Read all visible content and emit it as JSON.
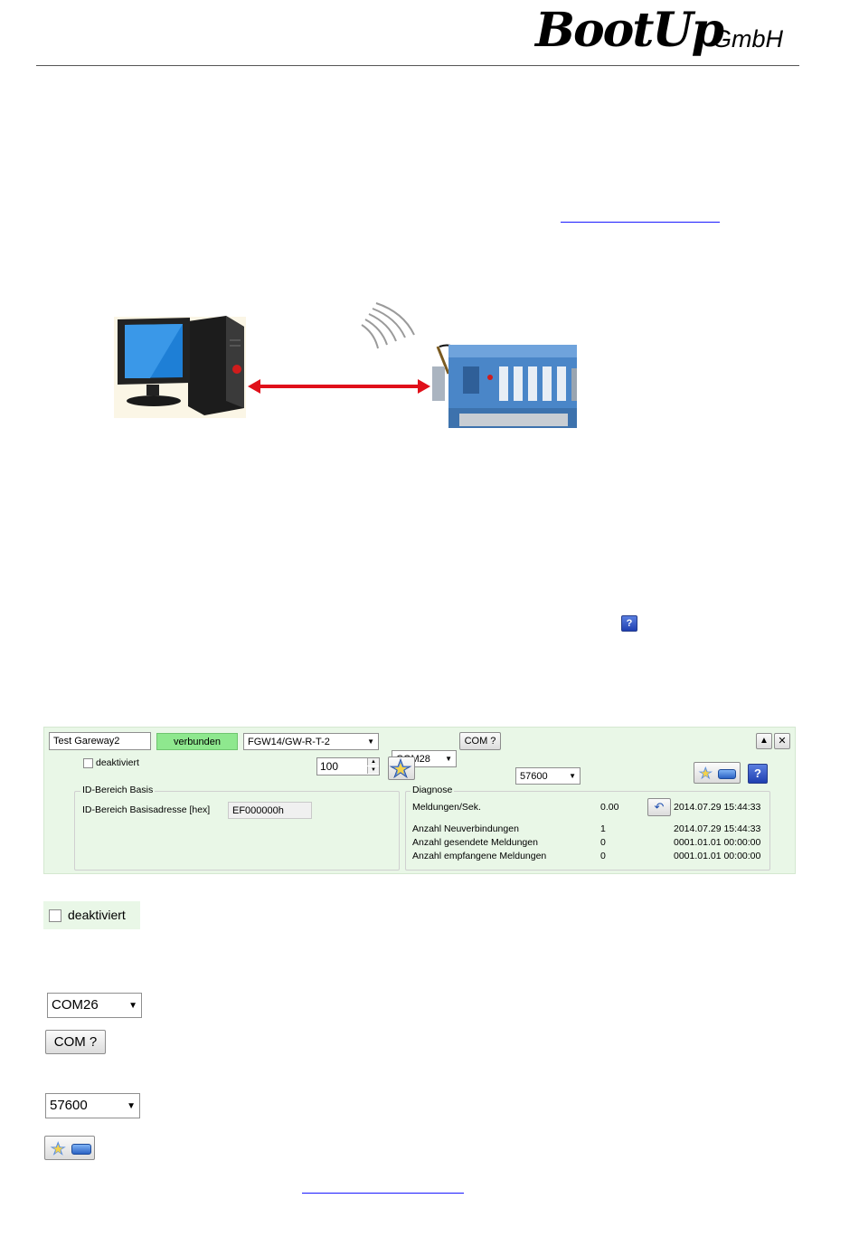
{
  "header": {
    "brand": "BootUp",
    "company_suffix": "GmbH"
  },
  "gateway": {
    "name": "Test Gareway2",
    "status": "verbunden",
    "device_type": "FGW14/GW-R-T-2",
    "port": "COM28",
    "com_query_label": "COM ?",
    "baud": "57600",
    "deactivated_label": "deaktiviert",
    "value": "100",
    "id_group": {
      "title": "ID-Bereich Basis",
      "address_label": "ID-Bereich Basisadresse [hex]",
      "address_value": "EF000000h"
    },
    "diagnose": {
      "title": "Diagnose",
      "rows": [
        {
          "label": "Meldungen/Sek.",
          "value": "0.00",
          "time": "2014.07.29 15:44:33"
        },
        {
          "label": "Anzahl Neuverbindungen",
          "value": "1",
          "time": "2014.07.29 15:44:33"
        },
        {
          "label": "Anzahl gesendete Meldungen",
          "value": "0",
          "time": "0001.01.01 00:00:00"
        },
        {
          "label": "Anzahl empfangene Meldungen",
          "value": "0",
          "time": "0001.01.01 00:00:00"
        }
      ]
    }
  },
  "samples": {
    "deactivated_label": "deaktiviert",
    "port": "COM26",
    "com_query_label": "COM ?",
    "baud": "57600"
  },
  "icons": {
    "help": "?",
    "undo": "↶",
    "up": "▲",
    "close": "✕"
  },
  "colors": {
    "panel_bg": "#e9f7e7",
    "status_ok": "#8ee88e",
    "arrow": "#e0101a",
    "link": "#1a1aff"
  }
}
